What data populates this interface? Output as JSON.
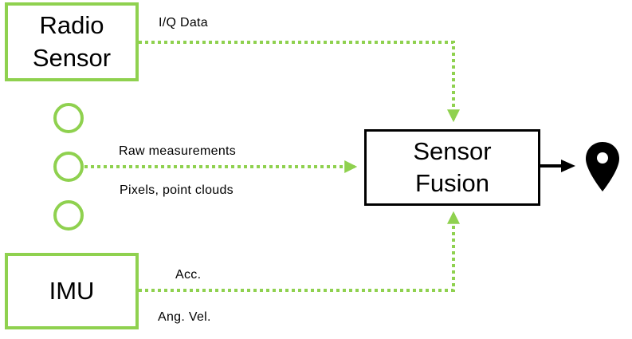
{
  "nodes": {
    "radio_sensor": "Radio\nSensor",
    "imu": "IMU",
    "sensor_fusion": "Sensor\nFusion"
  },
  "edge_labels": {
    "iq_data": "I/Q Data",
    "raw_measurements": "Raw measurements",
    "pixels_point_clouds": "Pixels, point clouds",
    "acc": "Acc.",
    "ang_vel": "Ang. Vel."
  },
  "colors": {
    "sensor_green": "#8fd14f",
    "fusion_black": "#000000"
  },
  "icons": {
    "output": "map-pin-icon"
  }
}
